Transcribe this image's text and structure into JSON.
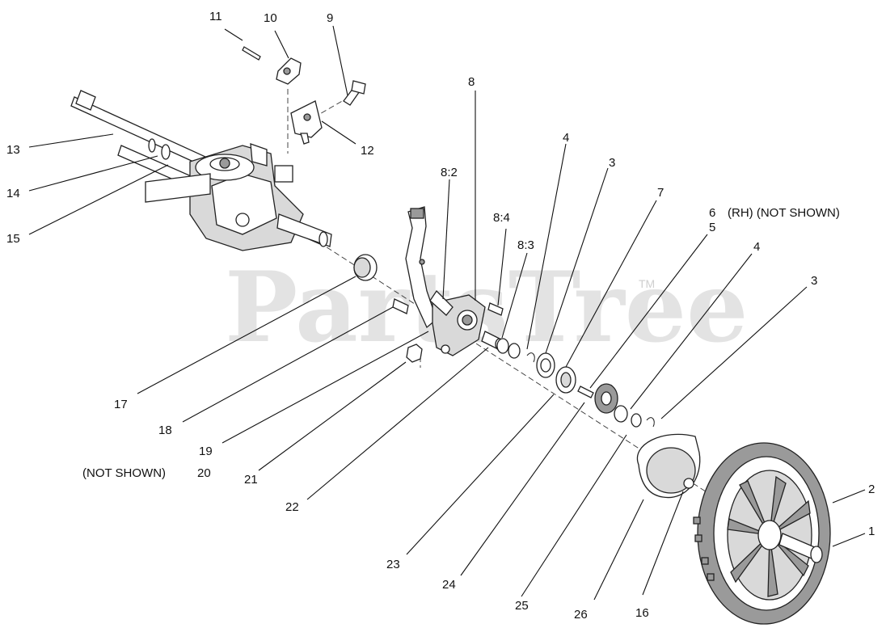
{
  "watermark": {
    "text": "PartsTree",
    "tm": "TM"
  },
  "labels": {
    "l1": "1",
    "l2": "2",
    "l3a": "3",
    "l3b": "3",
    "l4a": "4",
    "l4b": "4",
    "l5": "5",
    "l6": "6",
    "l6note": "(RH) (NOT SHOWN)",
    "l7": "7",
    "l8": "8",
    "l8_2": "8:2",
    "l8_3": "8:3",
    "l8_4": "8:4",
    "l9": "9",
    "l10": "10",
    "l11": "11",
    "l12": "12",
    "l13": "13",
    "l14": "14",
    "l15": "15",
    "l16": "16",
    "l17": "17",
    "l18": "18",
    "l19": "19",
    "l20": "20",
    "l20note": "(NOT SHOWN)",
    "l21": "21",
    "l22": "22",
    "l23": "23",
    "l24": "24",
    "l25": "25",
    "l26": "26"
  }
}
